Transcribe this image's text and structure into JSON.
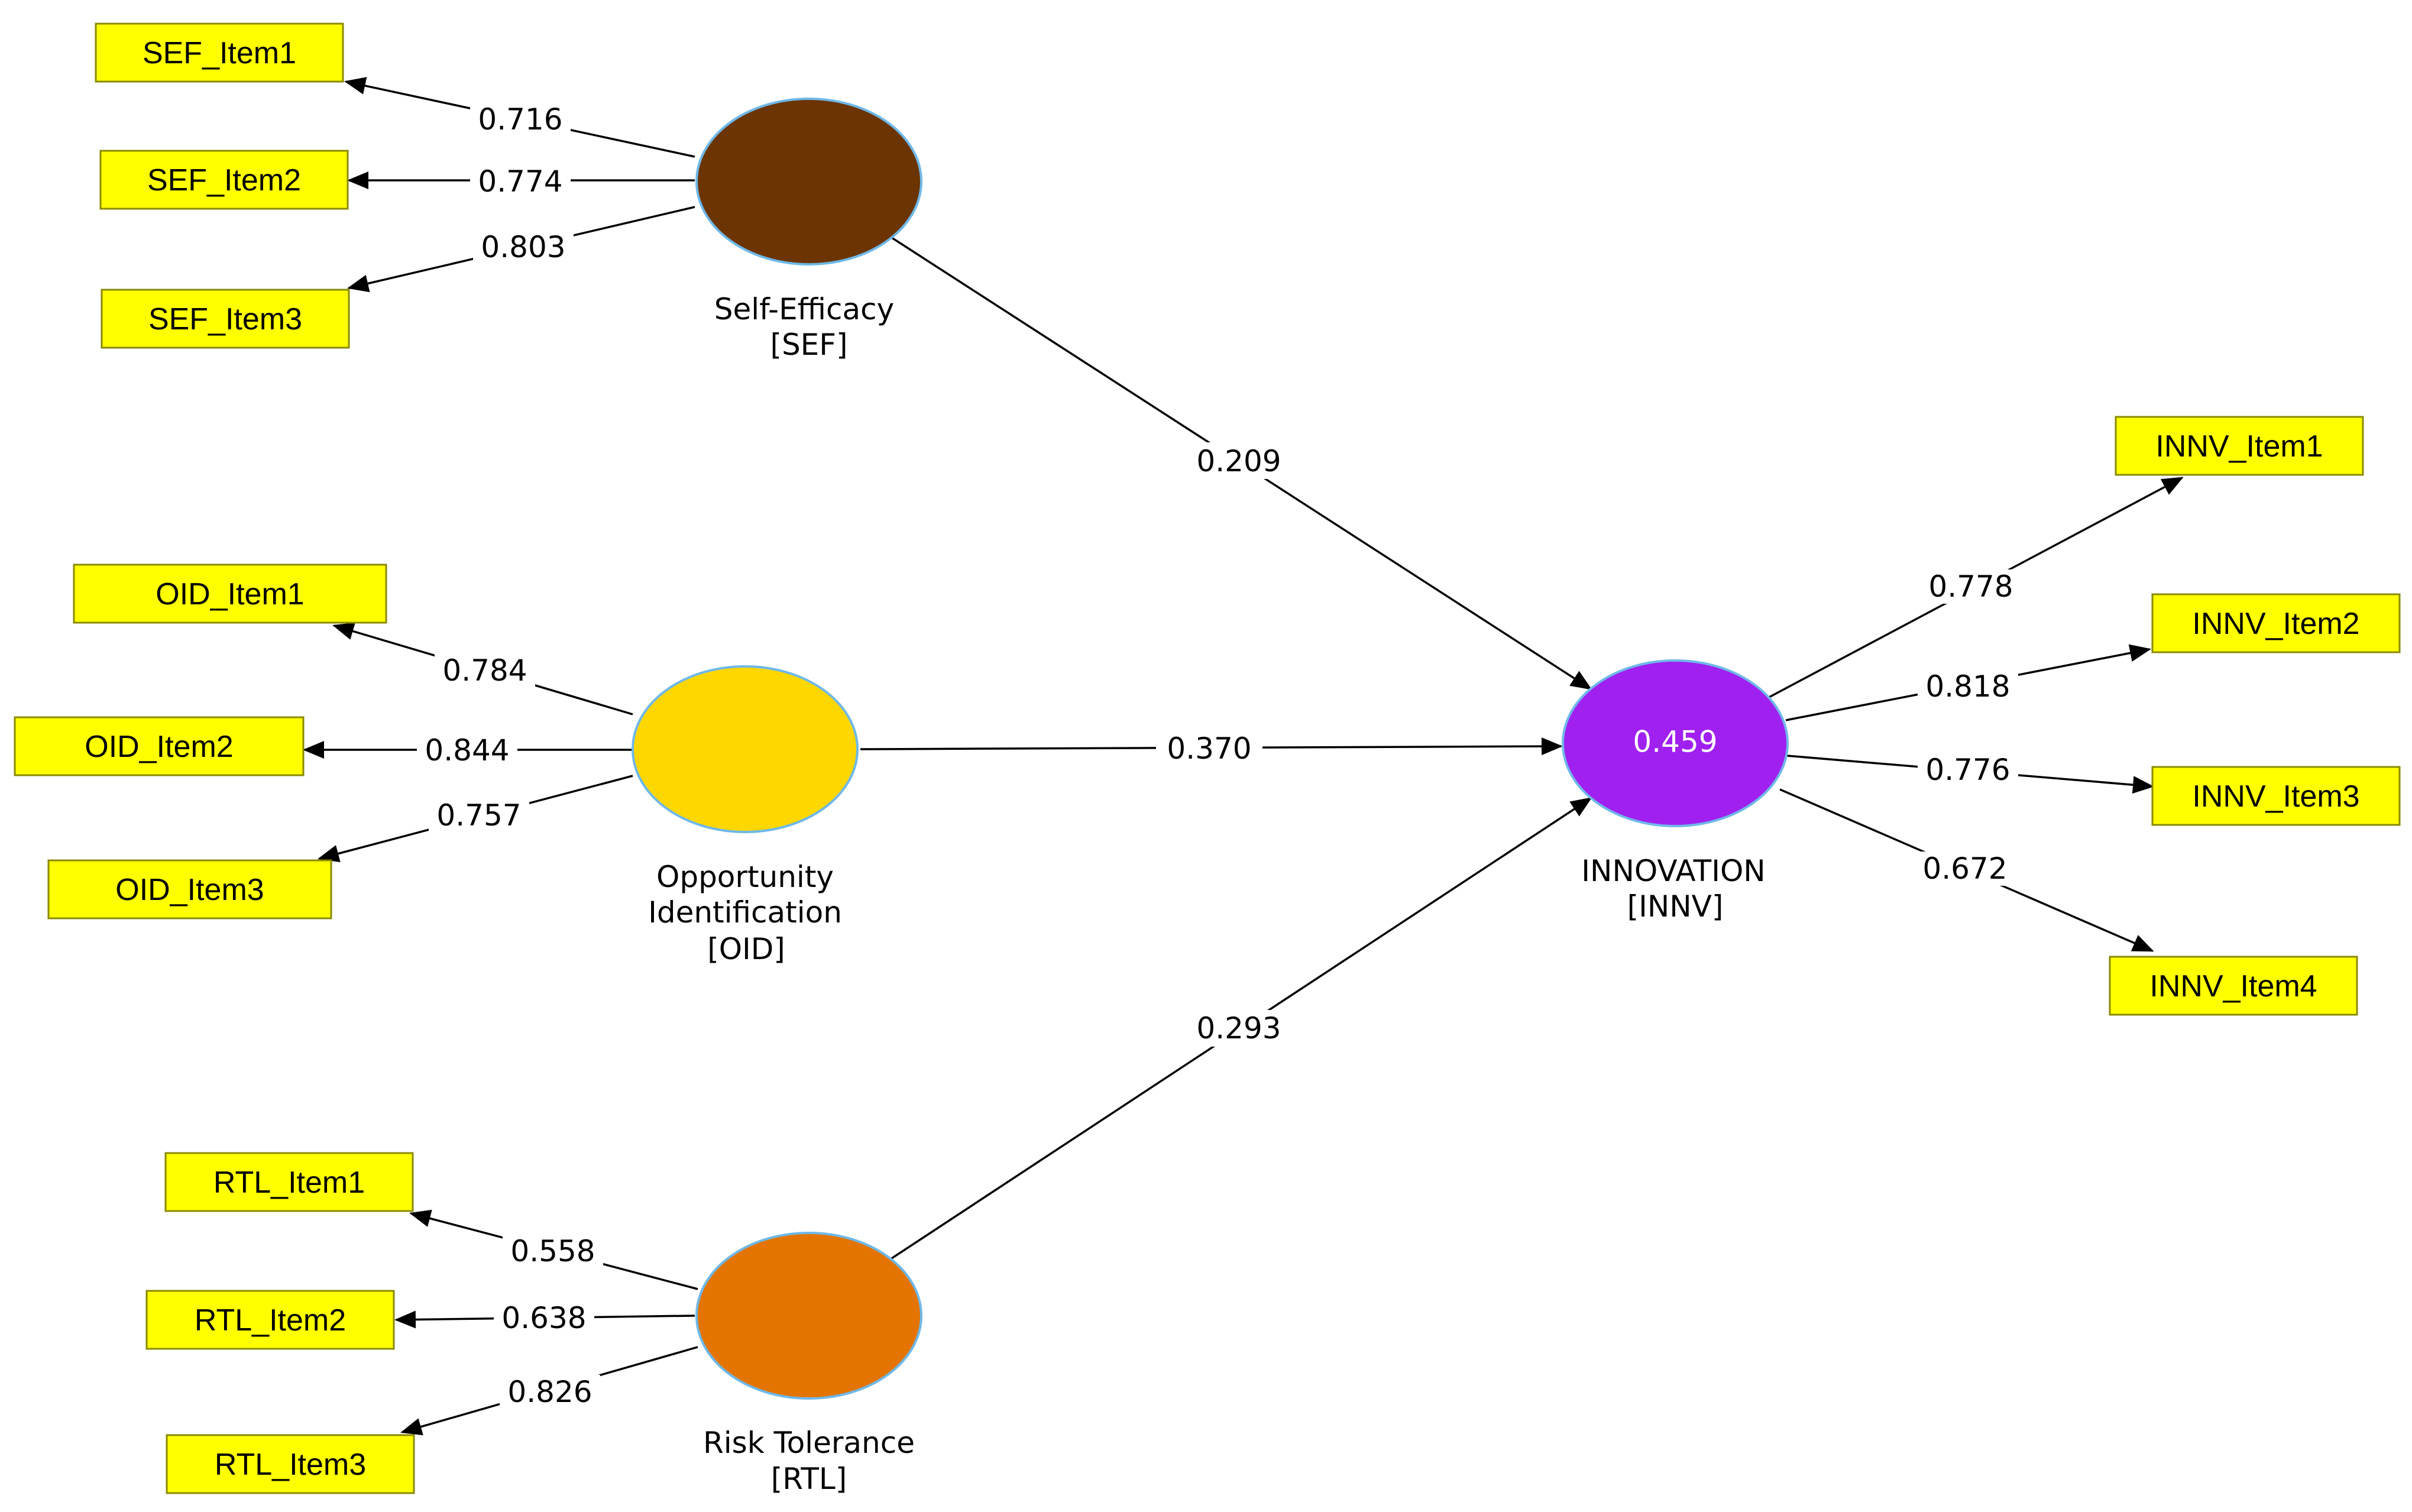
{
  "constructs": {
    "sef": {
      "name_line1": "Self-Efficacy",
      "name_line2": "[SEF]",
      "color": "#6b3400"
    },
    "oid": {
      "name_line1": "Opportunity",
      "name_line2": "Identification",
      "name_line3": "[OID]",
      "color": "#ffd700"
    },
    "rtl": {
      "name_line1": "Risk Tolerance",
      "name_line2": "[RTL]",
      "color": "#e37400"
    },
    "innv": {
      "name_line1": "INNOVATION",
      "name_line2": "[INNV]",
      "color": "#a020f0",
      "r_squared": "0.459"
    }
  },
  "items": {
    "sef": [
      "SEF_Item1",
      "SEF_Item2",
      "SEF_Item3"
    ],
    "oid": [
      "OID_Item1",
      "OID_Item2",
      "OID_Item3"
    ],
    "rtl": [
      "RTL_Item1",
      "RTL_Item2",
      "RTL_Item3"
    ],
    "innv": [
      "INNV_Item1",
      "INNV_Item2",
      "INNV_Item3",
      "INNV_Item4"
    ]
  },
  "loadings": {
    "sef": [
      "0.716",
      "0.774",
      "0.803"
    ],
    "oid": [
      "0.784",
      "0.844",
      "0.757"
    ],
    "rtl": [
      "0.558",
      "0.638",
      "0.826"
    ],
    "innv": [
      "0.778",
      "0.818",
      "0.776",
      "0.672"
    ]
  },
  "paths": {
    "sef_innv": "0.209",
    "oid_innv": "0.370",
    "rtl_innv": "0.293"
  },
  "colors": {
    "indicator_fill": "#ffff00",
    "construct_border": "#6fb8e8"
  }
}
